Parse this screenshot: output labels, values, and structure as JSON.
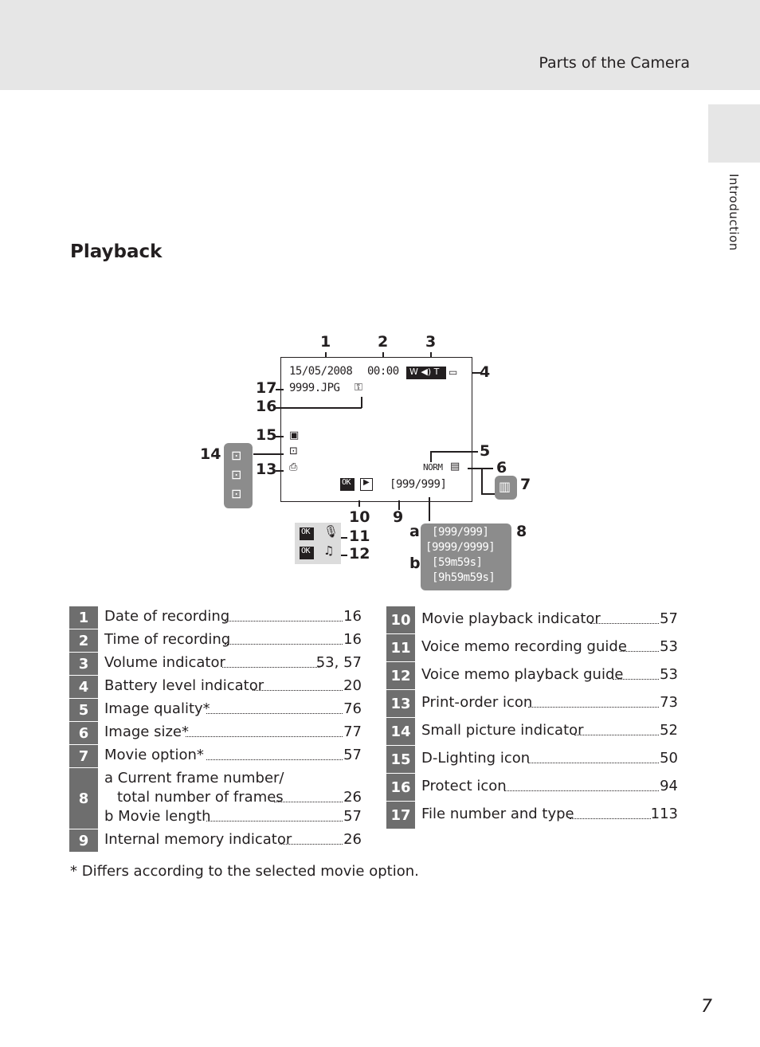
{
  "header": {
    "title": "Parts of the Camera"
  },
  "side_tab": {
    "label": "Introduction"
  },
  "section": {
    "title": "Playback"
  },
  "screen": {
    "date": "15/05/2008",
    "time": "00:00",
    "file": "9999.JPG",
    "quality": "NORM",
    "counter": "999/999",
    "ok_badge": "OK"
  },
  "callouts": [
    "1",
    "2",
    "3",
    "4",
    "5",
    "6",
    "7",
    "8",
    "9",
    "10",
    "11",
    "12",
    "13",
    "14",
    "15",
    "16",
    "17",
    "a",
    "b"
  ],
  "counter_box": {
    "a1": "999/999",
    "a2": "9999/9999",
    "b1": "59m59s",
    "b2": "9h59m59s"
  },
  "legend_left": [
    {
      "num": "1",
      "label": "Date of recording",
      "page": "16"
    },
    {
      "num": "2",
      "label": "Time of recording",
      "page": "16"
    },
    {
      "num": "3",
      "label": "Volume indicator",
      "page": "53, 57"
    },
    {
      "num": "4",
      "label": "Battery level indicator",
      "page": "20"
    },
    {
      "num": "5",
      "label": "Image quality*",
      "page": "76"
    },
    {
      "num": "6",
      "label": "Image size*",
      "page": "77"
    },
    {
      "num": "7",
      "label": "Movie option*",
      "page": "57"
    },
    {
      "num": "8",
      "label_a1": "a Current frame number/",
      "label_a2": "total number of frames",
      "page_a": "26",
      "label_b": "b Movie length",
      "page_b": "57"
    },
    {
      "num": "9",
      "label": "Internal memory indicator",
      "page": "26"
    }
  ],
  "legend_right": [
    {
      "num": "10",
      "label": "Movie playback indicator",
      "page": "57"
    },
    {
      "num": "11",
      "label": "Voice memo recording guide",
      "page": "53"
    },
    {
      "num": "12",
      "label": "Voice memo playback guide",
      "page": "53"
    },
    {
      "num": "13",
      "label": "Print-order icon",
      "page": "73"
    },
    {
      "num": "14",
      "label": "Small picture indicator",
      "page": "52"
    },
    {
      "num": "15",
      "label": "D-Lighting icon",
      "page": "50"
    },
    {
      "num": "16",
      "label": "Protect icon",
      "page": "94"
    },
    {
      "num": "17",
      "label": "File number and type",
      "page": "113"
    }
  ],
  "footnote": "* Differs according to the selected movie option.",
  "page_number": "7"
}
